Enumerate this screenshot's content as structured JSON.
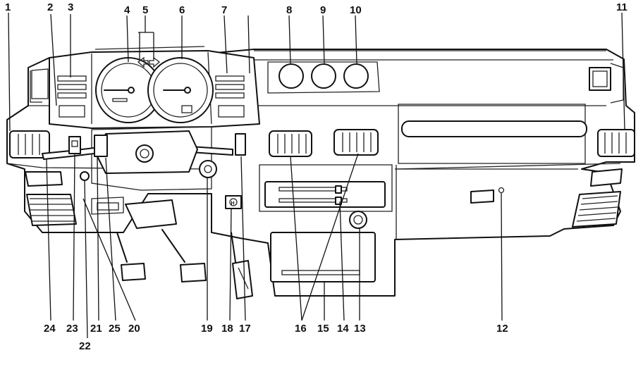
{
  "callouts": {
    "c1": "1",
    "c2": "2",
    "c3": "3",
    "c4": "4",
    "c5": "5",
    "c6": "6",
    "c7": "7",
    "c8": "8",
    "c9": "9",
    "c10": "10",
    "c11": "11",
    "c12": "12",
    "c13": "13",
    "c14": "14",
    "c15": "15",
    "c16": "16",
    "c17": "17",
    "c18": "18",
    "c19": "19",
    "c20": "20",
    "c21": "21",
    "c22": "22",
    "c23": "23",
    "c24": "24",
    "c25": "25"
  },
  "switch_mark": "H"
}
